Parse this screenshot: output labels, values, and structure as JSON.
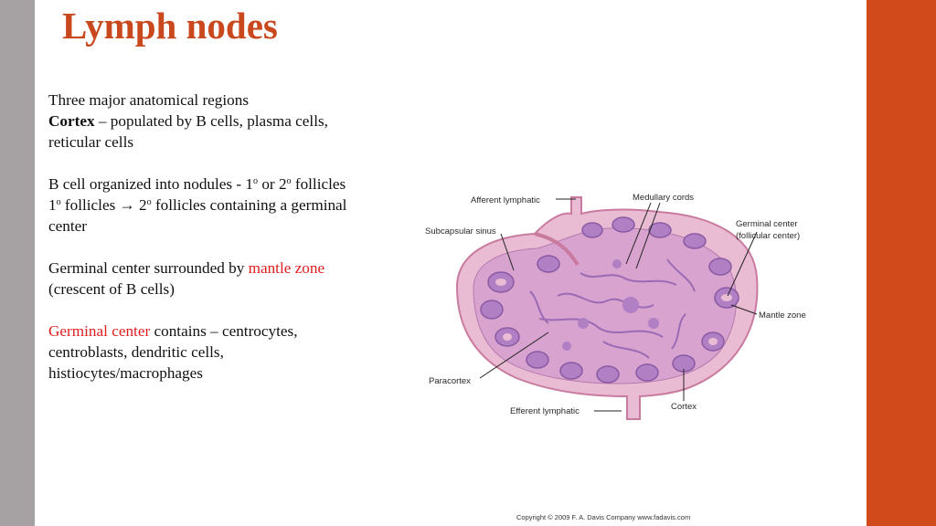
{
  "slide": {
    "title": "Lymph nodes",
    "paragraphs": {
      "p1": {
        "line1": "Three major anatomical regions",
        "bold": "Cortex",
        "rest": " – populated by B cells, plasma cells, reticular cells"
      },
      "p2": {
        "a": "B cell organized into nodules - 1",
        "sup1": "o",
        "b": " or 2",
        "sup2": "o",
        "c": " follicles",
        "d": "1",
        "sup3": "o",
        "e": " follicles → 2",
        "sup4": "o",
        "f": " follicles containing a germinal center"
      },
      "p3": {
        "line1": "Germinal center surrounded by ",
        "red": "mantle zone",
        "rest": " (crescent of B cells)"
      },
      "p4": {
        "red": "Germinal center",
        "rest": " contains – centrocytes, centroblasts, dendritic cells, histiocytes/macrophages"
      }
    }
  },
  "diagram": {
    "labels": {
      "afferent_lymphatic": "Afferent lymphatic",
      "medullary_cords": "Medullary cords",
      "subcapsular_sinus": "Subcapsular sinus",
      "germinal_center_1": "Germinal center",
      "germinal_center_2": "(follicular center)",
      "mantle_zone": "Mantle zone",
      "paracortex": "Paracortex",
      "efferent_lymphatic": "Efferent lymphatic",
      "cortex": "Cortex"
    },
    "copyright": "Copyright © 2009    F. A. Davis Company    www.fadavis.com"
  },
  "colors": {
    "accent": "#d04a1b",
    "title": "#c9481d",
    "highlight": "#e01e1e",
    "left_bar": "#a6a2a3"
  }
}
